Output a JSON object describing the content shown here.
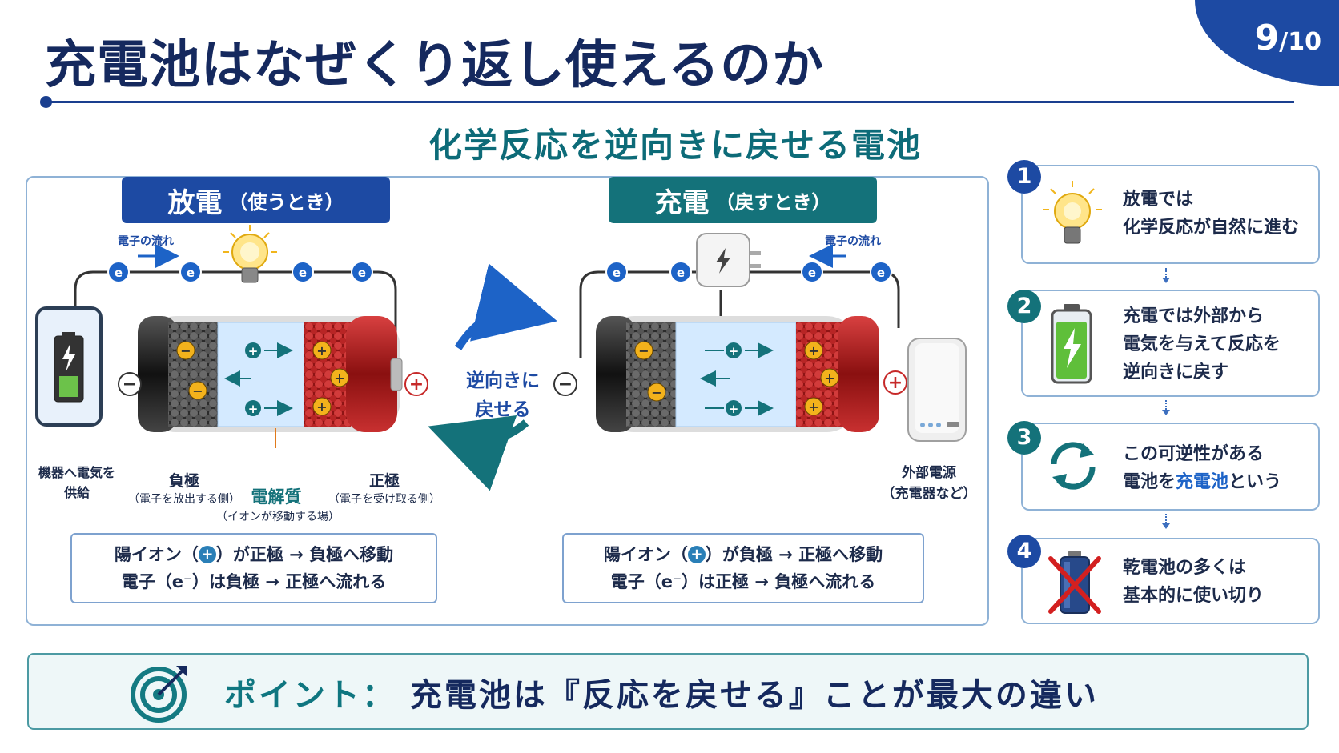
{
  "title": "充電池はなぜくり返し使えるのか",
  "page": {
    "current": "9",
    "total": "10"
  },
  "subtitle": "化学反応を逆向きに戻せる電池",
  "discharge": {
    "header": "放電",
    "header_sub": "（使うとき）",
    "electron_flow": "電子の流れ",
    "electron": "e",
    "device_label": [
      "機器へ電気を",
      "供給"
    ],
    "negative": {
      "label": "負極",
      "sub": "（電子を放出する側）"
    },
    "electrolyte": {
      "label": "電解質",
      "sub": "（イオンが移動する場）"
    },
    "positive": {
      "label": "正極",
      "sub": "（電子を受け取る側）"
    },
    "explain": {
      "line1_a": "陽イオン（",
      "line1_b": "）が正極 → 負極へ移動",
      "line2": "電子（e⁻）は負極 → 正極へ流れる"
    }
  },
  "reverse": [
    "逆向きに",
    "戻せる"
  ],
  "charge": {
    "header": "充電",
    "header_sub": "（戻すとき）",
    "electron_flow": "電子の流れ",
    "electron": "e",
    "source_label": [
      "外部電源",
      "（充電器など）"
    ],
    "explain": {
      "line1_a": "陽イオン（",
      "line1_b": "）が負極 → 正極へ移動",
      "line2": "電子（e⁻）は正極 → 負極へ流れる"
    }
  },
  "symbols": {
    "minus": "−",
    "plus": "+"
  },
  "steps": [
    {
      "num": "1",
      "lines": [
        "放電では",
        "化学反応が自然に進む"
      ],
      "icon": "lightbulb-icon"
    },
    {
      "num": "2",
      "lines": [
        "充電では外部から",
        "電気を与えて反応を",
        "逆向きに戻す"
      ],
      "icon": "charging-battery-icon"
    },
    {
      "num": "3",
      "line1": "この可逆性がある",
      "line2_a": "電池を",
      "line2_hl": "充電池",
      "line2_b": "という",
      "icon": "cycle-arrows-icon"
    },
    {
      "num": "4",
      "lines": [
        "乾電池の多くは",
        "基本的に使い切り"
      ],
      "icon": "crossed-battery-icon"
    }
  ],
  "point": {
    "label": "ポイント：",
    "text": "充電池は『反応を戻せる』ことが最大の違い",
    "icon": "target-icon"
  },
  "colors": {
    "navy": "#15295e",
    "blue": "#1d4aa3",
    "teal": "#14727a",
    "anode": "#3a3a3a",
    "cathode": "#b82a2a"
  }
}
